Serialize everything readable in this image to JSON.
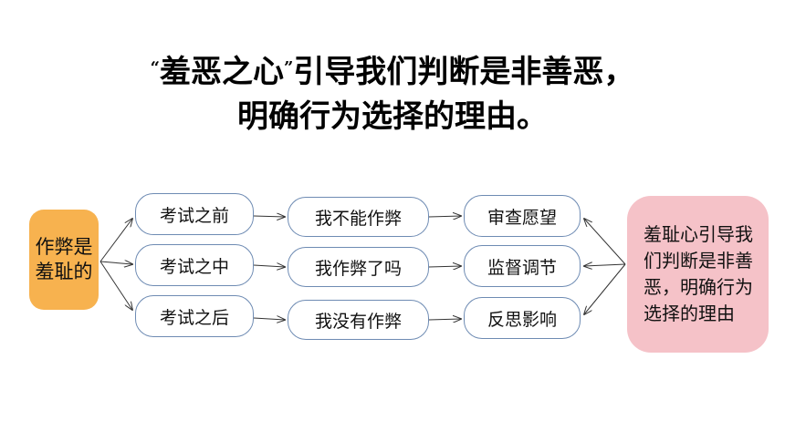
{
  "title": {
    "open_quote": "“",
    "keyword": "羞恶之心",
    "close_quote": "”",
    "line1_rest": "引导我们判断是非善恶，",
    "line2": "明确行为选择的理由。"
  },
  "left_box": {
    "text": "作弊是羞耻的",
    "color": "#f7b24f"
  },
  "right_box": {
    "text": "羞耻心引导我们判断是非善恶，明确行为选择的理由",
    "color": "#f5c2c8"
  },
  "stages": [
    {
      "time": "考试之前",
      "thought": "我不能作弊",
      "action": "审查愿望"
    },
    {
      "time": "考试之中",
      "thought": "我作弊了吗",
      "action": "监督调节"
    },
    {
      "time": "考试之后",
      "thought": "我没有作弊",
      "action": "反思影响"
    }
  ],
  "colors": {
    "pill_border": "#6e8bb3",
    "arrow": "#333333"
  }
}
